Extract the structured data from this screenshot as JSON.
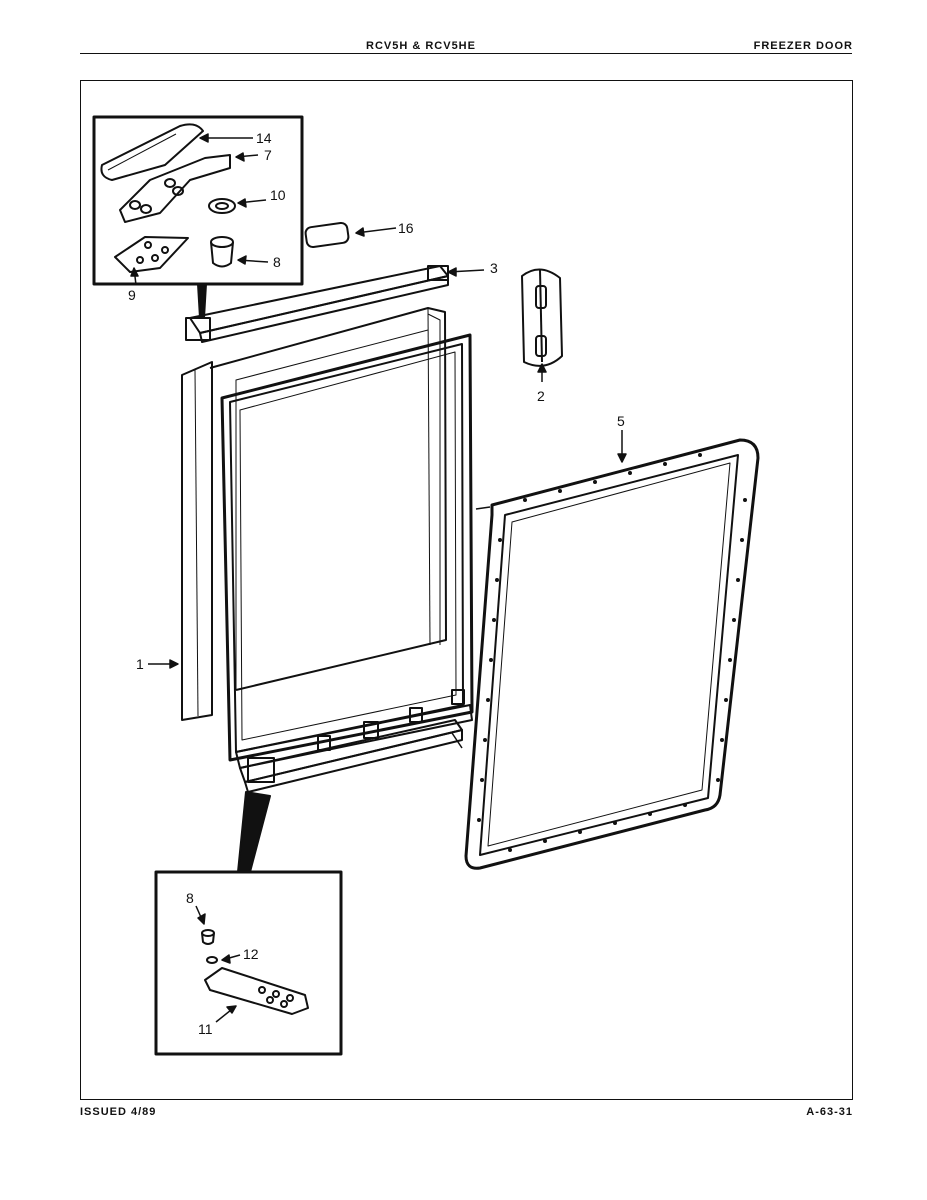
{
  "header": {
    "model": "RCV5H & RCV5HE",
    "section": "FREEZER DOOR"
  },
  "footer": {
    "issued": "ISSUED 4/89",
    "page": "A-63-31"
  },
  "callouts": {
    "c1": "1",
    "c2": "2",
    "c3": "3",
    "c5": "5",
    "c7": "7",
    "c8a": "8",
    "c8b": "8",
    "c9": "9",
    "c10": "10",
    "c11": "11",
    "c12": "12",
    "c14": "14",
    "c16": "16"
  }
}
